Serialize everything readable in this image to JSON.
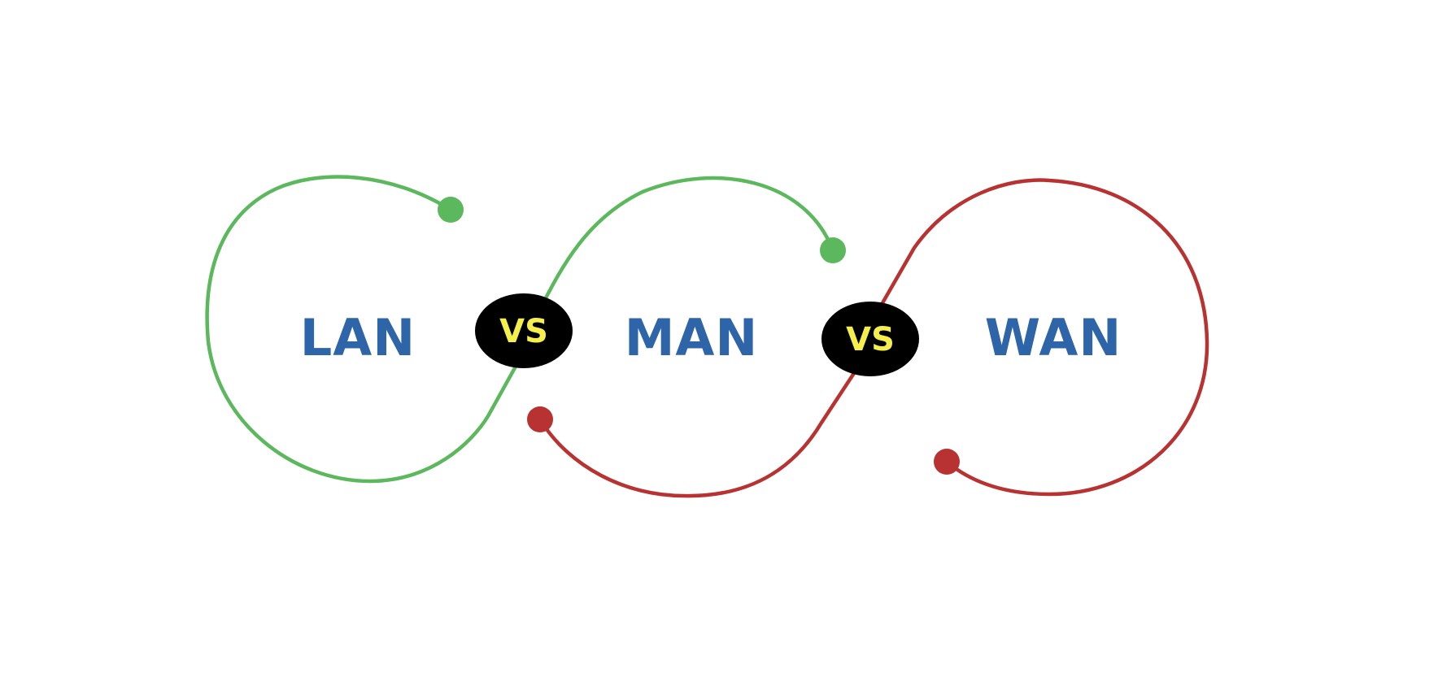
{
  "diagram": {
    "terms": [
      "LAN",
      "MAN",
      "WAN"
    ],
    "separators": [
      "VS",
      "VS"
    ],
    "colors": {
      "green": "#5cb85c",
      "red": "#b83232",
      "term_text": "#2e65a8",
      "vs_text": "#f4ef4a",
      "vs_badge": "#000000"
    }
  }
}
